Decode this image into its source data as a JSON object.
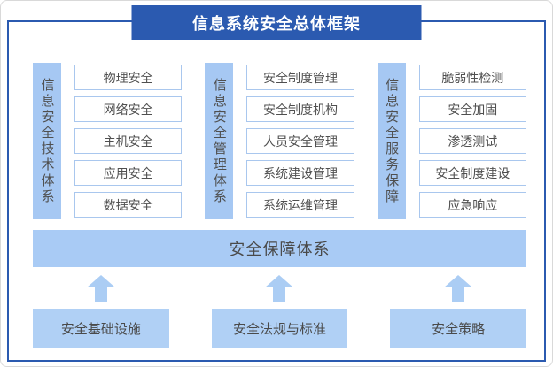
{
  "title": "信息系统安全总体框架",
  "columns": [
    {
      "label": "信息安全技术体系",
      "items": [
        "物理安全",
        "网络安全",
        "主机安全",
        "应用安全",
        "数据安全"
      ]
    },
    {
      "label": "信息安全管理体系",
      "items": [
        "安全制度管理",
        "安全制度机构",
        "人员安全管理",
        "系统建设管理",
        "系统运维管理"
      ]
    },
    {
      "label": "信息安全服务保障",
      "items": [
        "脆弱性检测",
        "安全加固",
        "渗透测试",
        "安全制度建设",
        "应急响应"
      ]
    }
  ],
  "guarantee_bar": "安全保障体系",
  "foundation_boxes": [
    "安全基础设施",
    "安全法规与标准",
    "安全策略"
  ],
  "icons": {
    "up_arrow": "up-arrow"
  },
  "colors": {
    "primary_blue": "#2b5ab0",
    "light_blue_bar": "#a6c8f3",
    "guarantee_blue": "#a9cbf5",
    "foundation_blue": "#b0d0f5",
    "item_border_blue": "#a9c7ee",
    "text_gray": "#4f4f4f",
    "title_text": "#ffffff"
  }
}
